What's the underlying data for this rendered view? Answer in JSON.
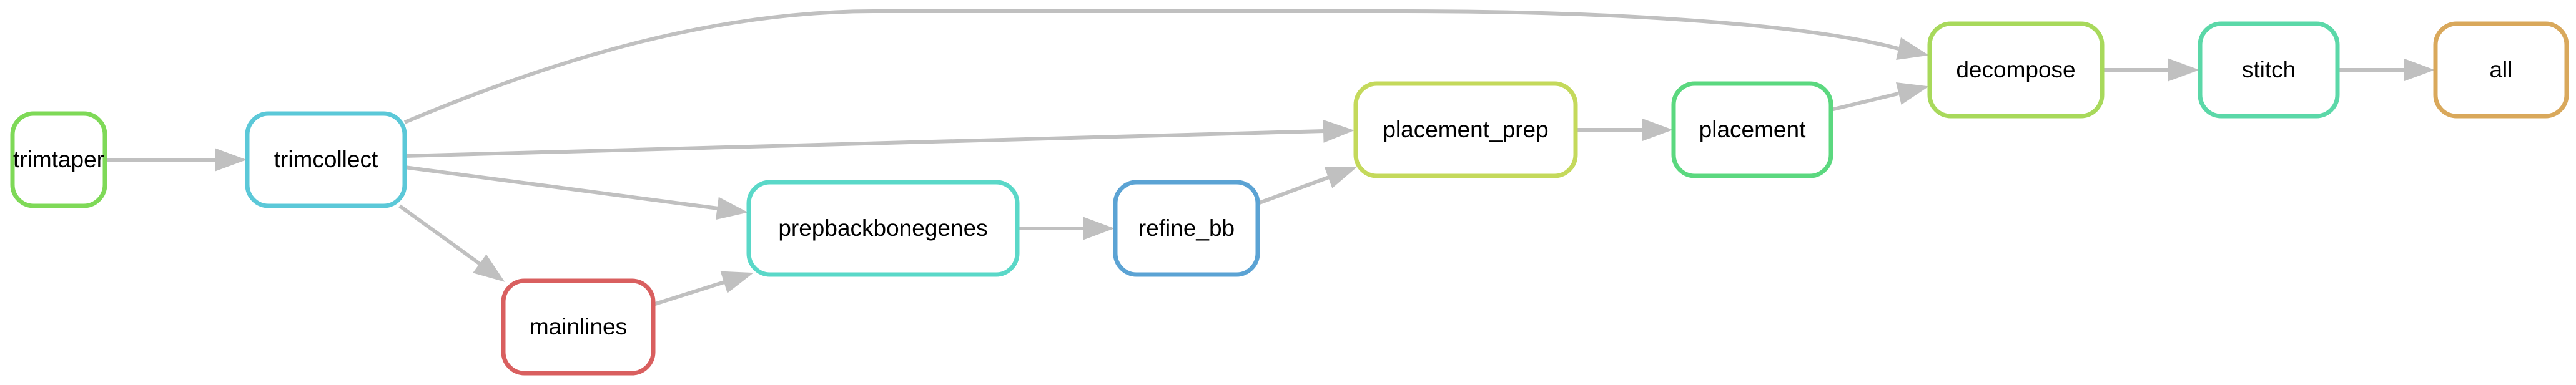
{
  "diagram": {
    "edge_color": "#c0c0c0",
    "nodes": [
      {
        "id": "trimtaper",
        "label": "trimtaper",
        "color": "#7ed957"
      },
      {
        "id": "trimcollect",
        "label": "trimcollect",
        "color": "#5bc8d8"
      },
      {
        "id": "mainlines",
        "label": "mainlines",
        "color": "#d95f5f"
      },
      {
        "id": "prepbackbonegenes",
        "label": "prepbackbonegenes",
        "color": "#5ad8c8"
      },
      {
        "id": "refine_bb",
        "label": "refine_bb",
        "color": "#5ba3d4"
      },
      {
        "id": "placement_prep",
        "label": "placement_prep",
        "color": "#c4d95b"
      },
      {
        "id": "placement",
        "label": "placement",
        "color": "#5bd87f"
      },
      {
        "id": "decompose",
        "label": "decompose",
        "color": "#a8d95b"
      },
      {
        "id": "stitch",
        "label": "stitch",
        "color": "#5bd8a8"
      },
      {
        "id": "all",
        "label": "all",
        "color": "#d9a85b"
      }
    ],
    "edges": [
      {
        "from": "trimtaper",
        "to": "trimcollect"
      },
      {
        "from": "trimcollect",
        "to": "decompose"
      },
      {
        "from": "trimcollect",
        "to": "placement_prep"
      },
      {
        "from": "trimcollect",
        "to": "prepbackbonegenes"
      },
      {
        "from": "trimcollect",
        "to": "mainlines"
      },
      {
        "from": "mainlines",
        "to": "prepbackbonegenes"
      },
      {
        "from": "prepbackbonegenes",
        "to": "refine_bb"
      },
      {
        "from": "refine_bb",
        "to": "placement_prep"
      },
      {
        "from": "placement_prep",
        "to": "placement"
      },
      {
        "from": "placement",
        "to": "decompose"
      },
      {
        "from": "decompose",
        "to": "stitch"
      },
      {
        "from": "stitch",
        "to": "all"
      }
    ]
  }
}
